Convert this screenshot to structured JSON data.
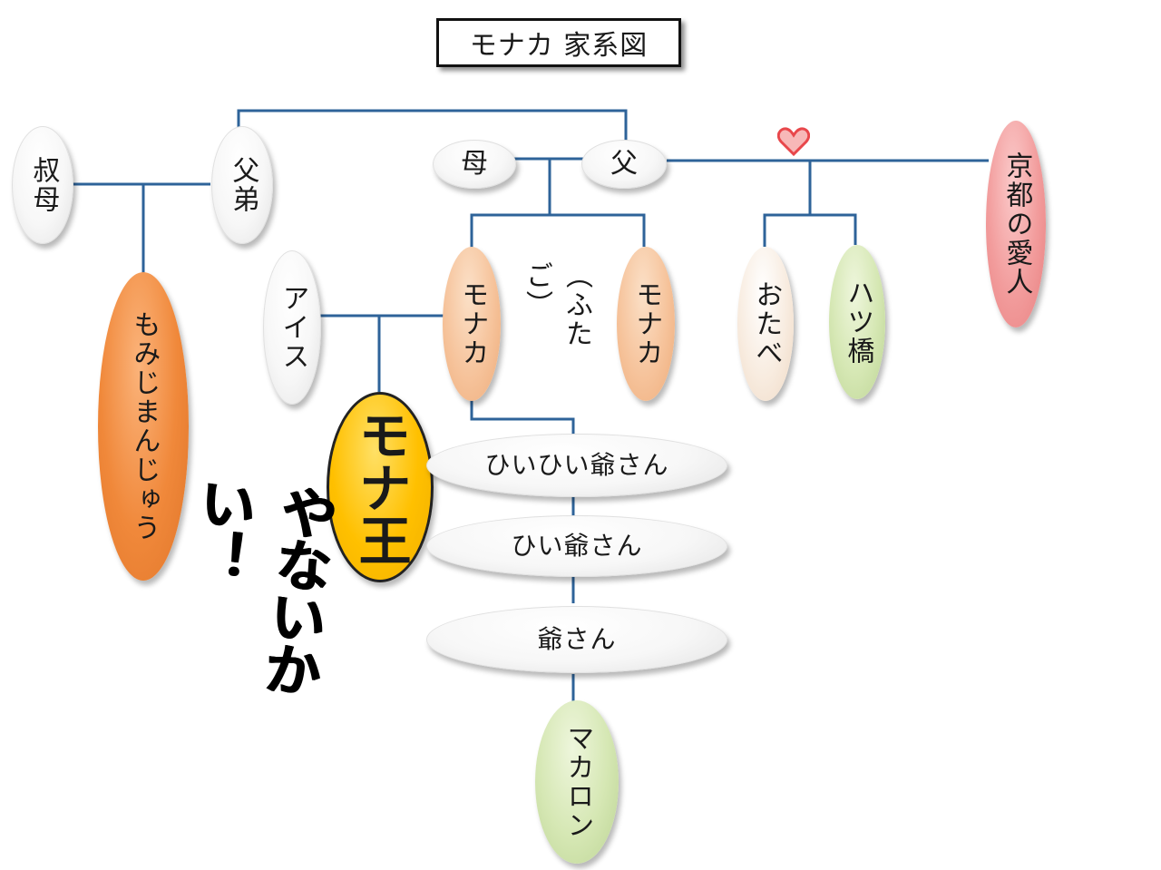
{
  "title": "モナカ 家系図",
  "nodes": {
    "aunt": "叔母",
    "uncle": "父弟",
    "mother": "母",
    "father": "父",
    "kyoto_lover": "京都の愛人",
    "momiji": "もみじまんじゅう",
    "ice": "アイス",
    "monaka_left": "モナカ",
    "twins_note": "（ふたご）",
    "monaka_right": "モナカ",
    "otabe": "おたべ",
    "yatsuhashi": "ハツ橋",
    "monaka_king": "モナ王",
    "great_great_grandfather": "ひいひい爺さん",
    "great_grandfather": "ひい爺さん",
    "grandfather": "爺さん",
    "macaron": "マカロン"
  },
  "exclamation": "やないかい！",
  "colors": {
    "line": "#2e6399",
    "orange": "#f0883a",
    "peach": "#f6c39b",
    "green": "#d5e7b3",
    "pink": "#f29c9c",
    "gold": "#ffc000",
    "heart": "#e8474b"
  },
  "icons": {
    "heart": "heart-icon"
  }
}
